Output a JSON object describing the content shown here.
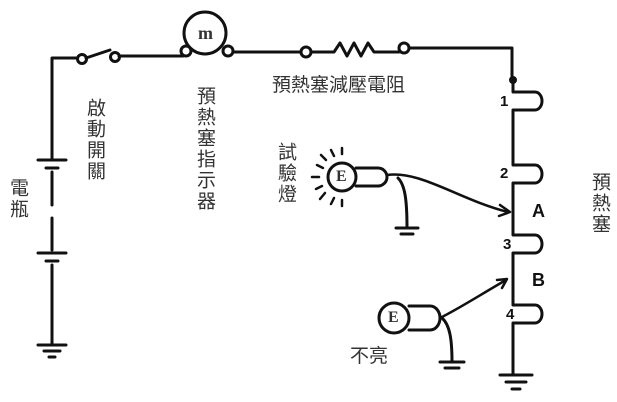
{
  "labels": {
    "start_switch": "啟動開關",
    "glow_indicator": "預熱塞指示器",
    "glow_resistor": "預熱塞減壓電阻",
    "test_lamp": "試驗燈",
    "battery": "電瓶",
    "glow_plug": "預熱塞",
    "not_lit": "不亮"
  },
  "plug_numbers": [
    "1",
    "2",
    "3",
    "4"
  ],
  "points": {
    "a": "A",
    "b": "B"
  },
  "meter_symbol": "m",
  "lamp_symbol": "E"
}
